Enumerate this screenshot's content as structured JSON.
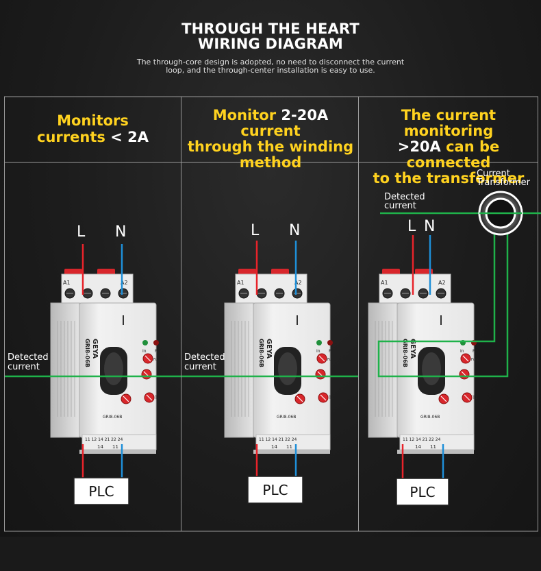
{
  "header": {
    "title_line1": "THROUGH THE HEART",
    "title_line2": "WIRING DIAGRAM",
    "subtitle_line1": "The through-core design is adopted, no need to disconnect the current",
    "subtitle_line2": "loop, and the through-center installation is easy to use."
  },
  "columns": [
    {
      "heading_line1": "Monitors",
      "heading_line2_pre": "currents",
      "heading_line2_white": "< 2A",
      "wire_L": "L",
      "wire_N": "N",
      "detected_line1": "Detected",
      "detected_line2": "current",
      "plc": "PLC"
    },
    {
      "heading_line1_pre": "Monitor",
      "heading_line1_white": "2-20A",
      "heading_line1_post": "current",
      "heading_line2": "through the winding",
      "heading_line3": "method",
      "wire_L": "L",
      "wire_N": "N",
      "detected_line1": "Detected",
      "detected_line2": "current",
      "plc": "PLC"
    },
    {
      "heading_line1": "The current monitoring",
      "heading_line2_white": ">20A",
      "heading_line2_post": "can be connected",
      "heading_line3": "to the transformer",
      "wire_L": "L",
      "wire_N": "N",
      "detected_line1": "Detected",
      "detected_line2": "current",
      "ct_line1": "Current",
      "ct_line2": "Transformer",
      "plc": "PLC"
    }
  ],
  "device": {
    "brand": "GEYA",
    "model": "GRI8-06B",
    "model_small": "GRI8-06B",
    "terminal_a1": "A1",
    "terminal_a2": "A2",
    "led_in": "In",
    "led_r": "R",
    "knob_func": "Func",
    "knob_t1": "T1",
    "terminals_bottom": "11 12 14 21 22 24",
    "label_14": "14",
    "label_11": "11"
  },
  "colors": {
    "heading": "#ffd21f",
    "wire_live": "#e8232a",
    "wire_neutral": "#1e8fd8",
    "detected_wire": "#1fb24a",
    "grid_line": "#9a9a9a",
    "knob": "#d8262b"
  }
}
